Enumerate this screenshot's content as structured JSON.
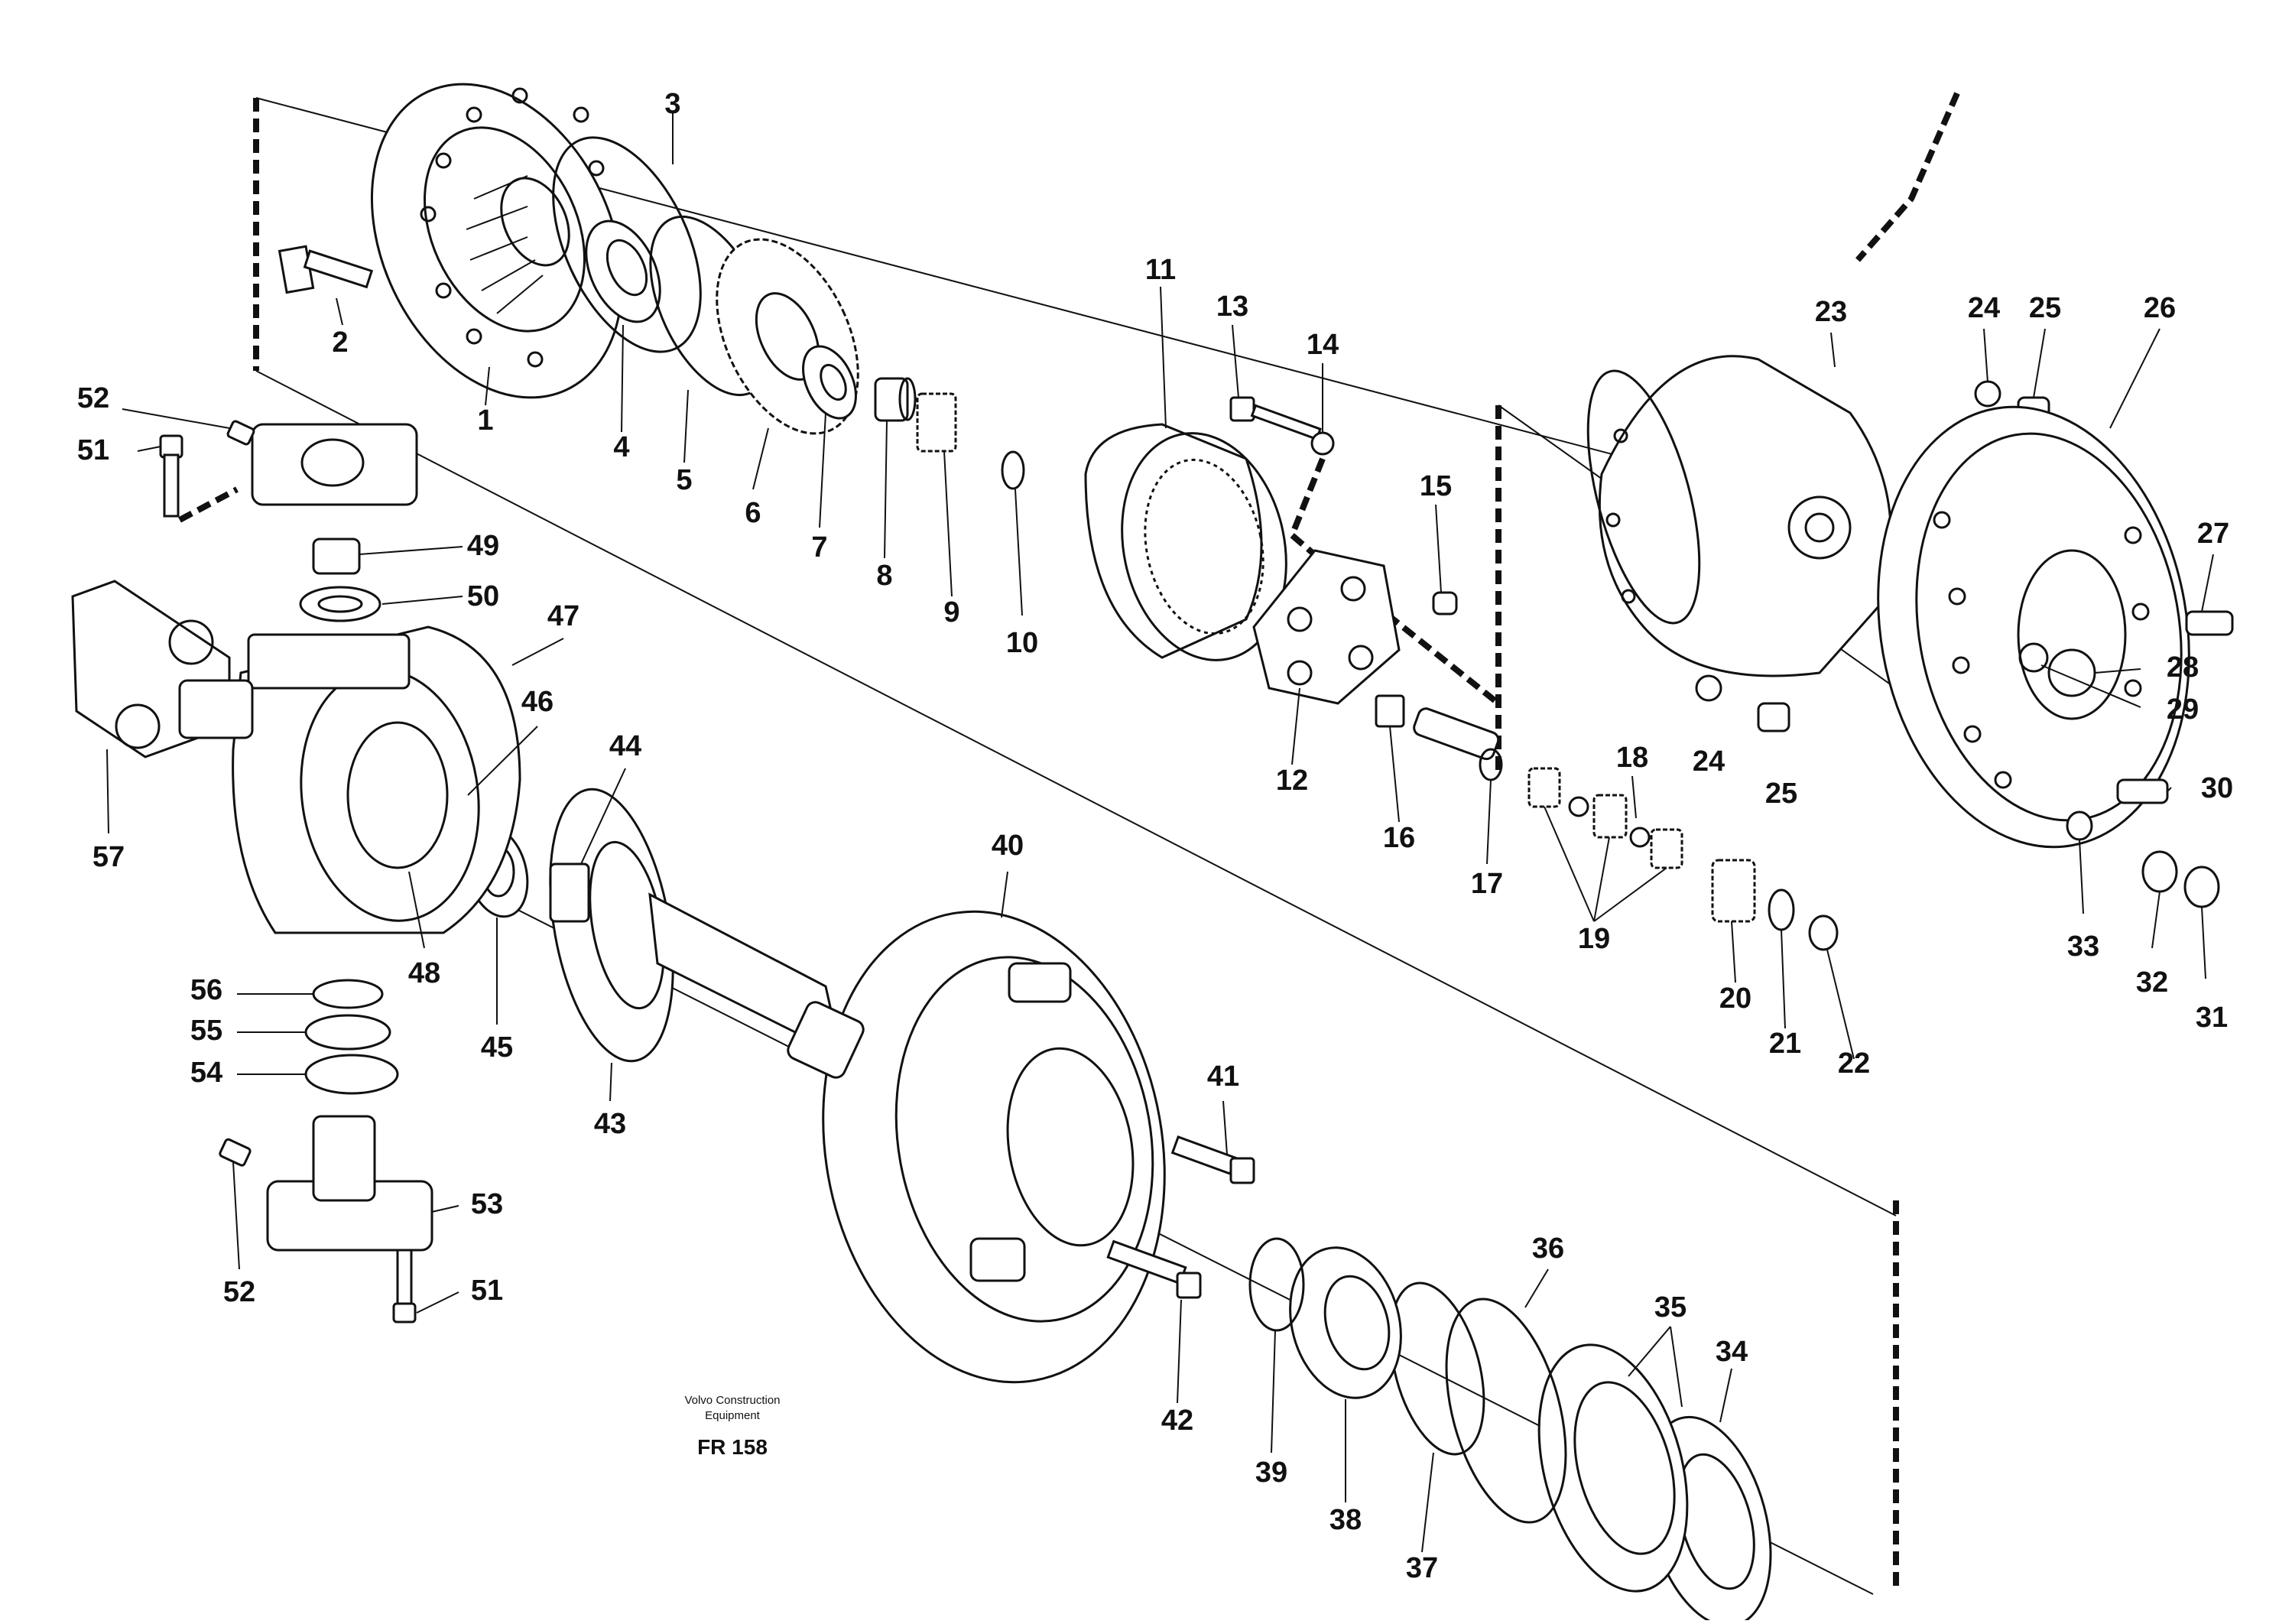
{
  "drawing": {
    "caption_company": "Volvo Construction",
    "caption_sub": "Equipment",
    "figure_code": "FR 158"
  },
  "callouts": [
    {
      "id": "l1",
      "text": "1"
    },
    {
      "id": "l2",
      "text": "2"
    },
    {
      "id": "l3",
      "text": "3"
    },
    {
      "id": "l4",
      "text": "4"
    },
    {
      "id": "l5",
      "text": "5"
    },
    {
      "id": "l6",
      "text": "6"
    },
    {
      "id": "l7",
      "text": "7"
    },
    {
      "id": "l8",
      "text": "8"
    },
    {
      "id": "l9",
      "text": "9"
    },
    {
      "id": "l10",
      "text": "10"
    },
    {
      "id": "l11",
      "text": "11"
    },
    {
      "id": "l12",
      "text": "12"
    },
    {
      "id": "l13",
      "text": "13"
    },
    {
      "id": "l14",
      "text": "14"
    },
    {
      "id": "l15",
      "text": "15"
    },
    {
      "id": "l16",
      "text": "16"
    },
    {
      "id": "l17",
      "text": "17"
    },
    {
      "id": "l18",
      "text": "18"
    },
    {
      "id": "l19",
      "text": "19"
    },
    {
      "id": "l20",
      "text": "20"
    },
    {
      "id": "l21",
      "text": "21"
    },
    {
      "id": "l22",
      "text": "22"
    },
    {
      "id": "l23",
      "text": "23"
    },
    {
      "id": "l24a",
      "text": "24"
    },
    {
      "id": "l24b",
      "text": "24"
    },
    {
      "id": "l25a",
      "text": "25"
    },
    {
      "id": "l25b",
      "text": "25"
    },
    {
      "id": "l26",
      "text": "26"
    },
    {
      "id": "l27",
      "text": "27"
    },
    {
      "id": "l28",
      "text": "28"
    },
    {
      "id": "l29",
      "text": "29"
    },
    {
      "id": "l30",
      "text": "30"
    },
    {
      "id": "l31",
      "text": "31"
    },
    {
      "id": "l32",
      "text": "32"
    },
    {
      "id": "l33",
      "text": "33"
    },
    {
      "id": "l34",
      "text": "34"
    },
    {
      "id": "l35",
      "text": "35"
    },
    {
      "id": "l36",
      "text": "36"
    },
    {
      "id": "l37",
      "text": "37"
    },
    {
      "id": "l38",
      "text": "38"
    },
    {
      "id": "l39",
      "text": "39"
    },
    {
      "id": "l40",
      "text": "40"
    },
    {
      "id": "l41",
      "text": "41"
    },
    {
      "id": "l42",
      "text": "42"
    },
    {
      "id": "l43",
      "text": "43"
    },
    {
      "id": "l44",
      "text": "44"
    },
    {
      "id": "l45",
      "text": "45"
    },
    {
      "id": "l46",
      "text": "46"
    },
    {
      "id": "l47",
      "text": "47"
    },
    {
      "id": "l48",
      "text": "48"
    },
    {
      "id": "l49",
      "text": "49"
    },
    {
      "id": "l50",
      "text": "50"
    },
    {
      "id": "l51a",
      "text": "51"
    },
    {
      "id": "l51b",
      "text": "51"
    },
    {
      "id": "l52a",
      "text": "52"
    },
    {
      "id": "l52b",
      "text": "52"
    },
    {
      "id": "l53",
      "text": "53"
    },
    {
      "id": "l54",
      "text": "54"
    },
    {
      "id": "l55",
      "text": "55"
    },
    {
      "id": "l56",
      "text": "56"
    },
    {
      "id": "l57",
      "text": "57"
    }
  ]
}
